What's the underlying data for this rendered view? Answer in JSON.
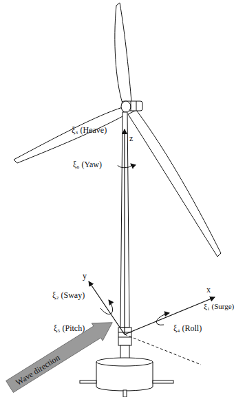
{
  "diagram": {
    "labels": [
      "ξ₃ (Heave)",
      "z",
      "ξ₆ (Yaw)",
      "y",
      "ξ₂ (Sway)",
      "x",
      "ξ₁ (Surge)",
      "ξ₅ (Pitch)",
      "ξ₄ (Roll)",
      "Wave direction"
    ]
  }
}
